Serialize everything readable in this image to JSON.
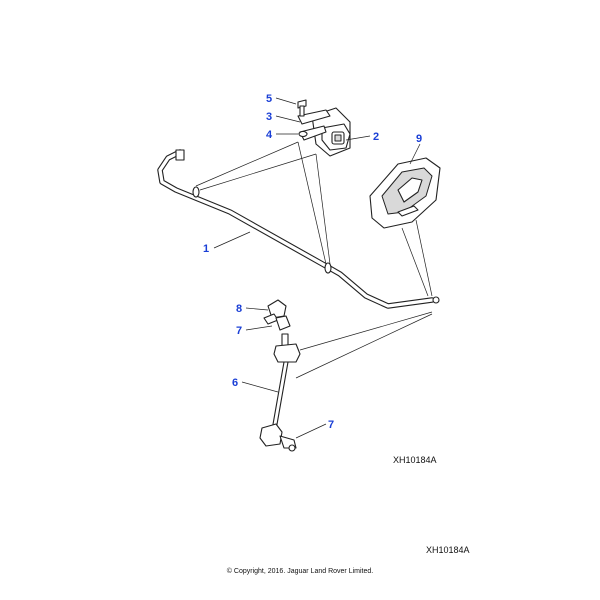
{
  "diagram": {
    "callouts": [
      {
        "id": "c5",
        "label": "5"
      },
      {
        "id": "c3",
        "label": "3"
      },
      {
        "id": "c4",
        "label": "4"
      },
      {
        "id": "c2",
        "label": "2"
      },
      {
        "id": "c9",
        "label": "9"
      },
      {
        "id": "c1",
        "label": "1"
      },
      {
        "id": "c8",
        "label": "8"
      },
      {
        "id": "c7a",
        "label": "7"
      },
      {
        "id": "c6",
        "label": "6"
      },
      {
        "id": "c7b",
        "label": "7"
      }
    ],
    "reference_inner": "XH10184A",
    "reference_outer": "XH10184A",
    "copyright": "© Copyright, 2016. Jaguar Land Rover Limited.",
    "colors": {
      "callout": "#1a3fd6",
      "line": "#222222",
      "background": "#ffffff"
    }
  }
}
